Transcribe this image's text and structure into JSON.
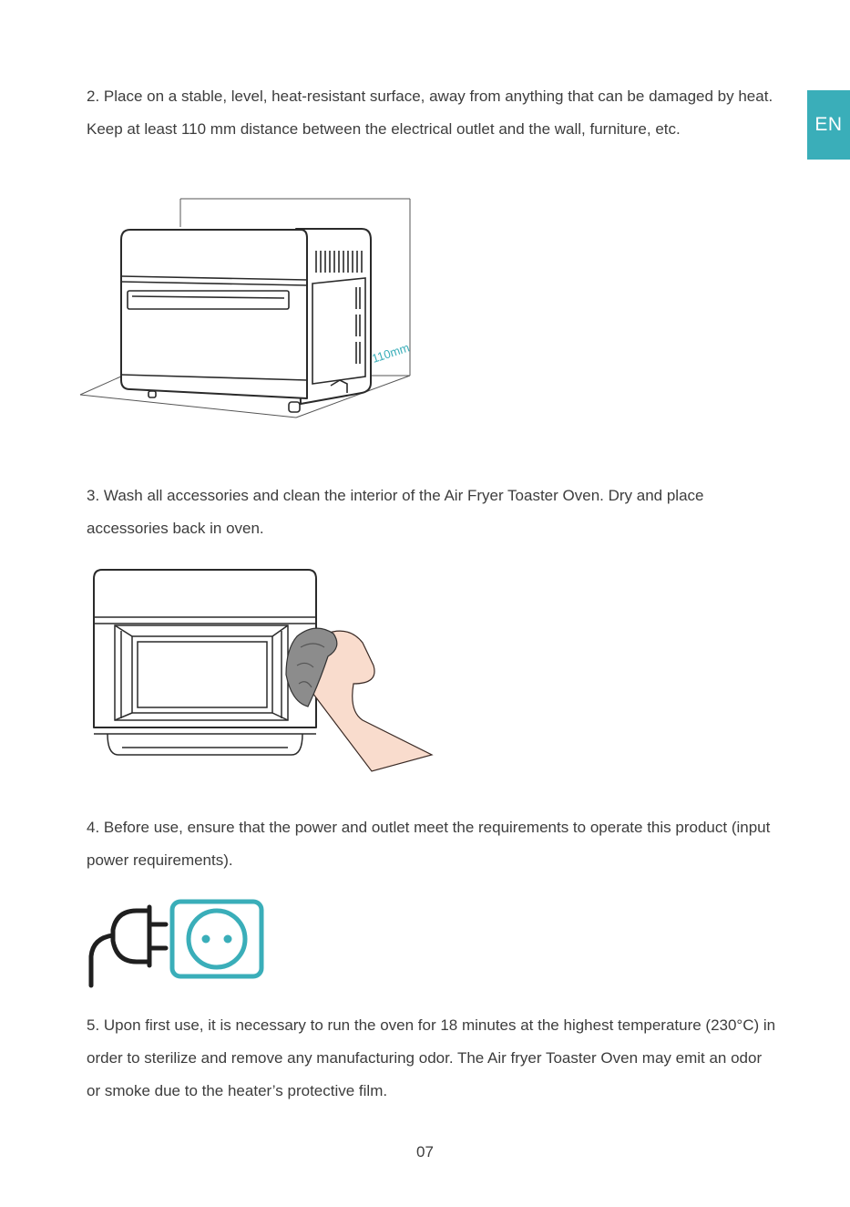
{
  "language_tab": "EN",
  "steps": [
    {
      "text": "2. Place on a stable, level, heat-resistant surface, away from anything that can be damaged by heat. Keep at least 110 mm distance between the electrical outlet and the wall, furniture, etc."
    },
    {
      "text": "3. Wash all accessories and clean the interior of the Air Fryer Toaster Oven. Dry and place accessories back in oven."
    },
    {
      "text": "4. Before use, ensure that the power and outlet meet the requirements to operate this product (input power requirements)."
    },
    {
      "text": "5. Upon first use, it is necessary to run the oven for 18 minutes at the highest temperature (230°C) in order to sterilize and remove any manufacturing odor. The Air fryer Toaster Oven may emit an odor or smoke due to the heater’s protective film."
    }
  ],
  "figure_placement": {
    "clearance_label": "110mm"
  },
  "icons": [
    "plug-icon",
    "socket-icon"
  ],
  "colors": {
    "accent": "#3aaeb9"
  },
  "page_number": "07"
}
